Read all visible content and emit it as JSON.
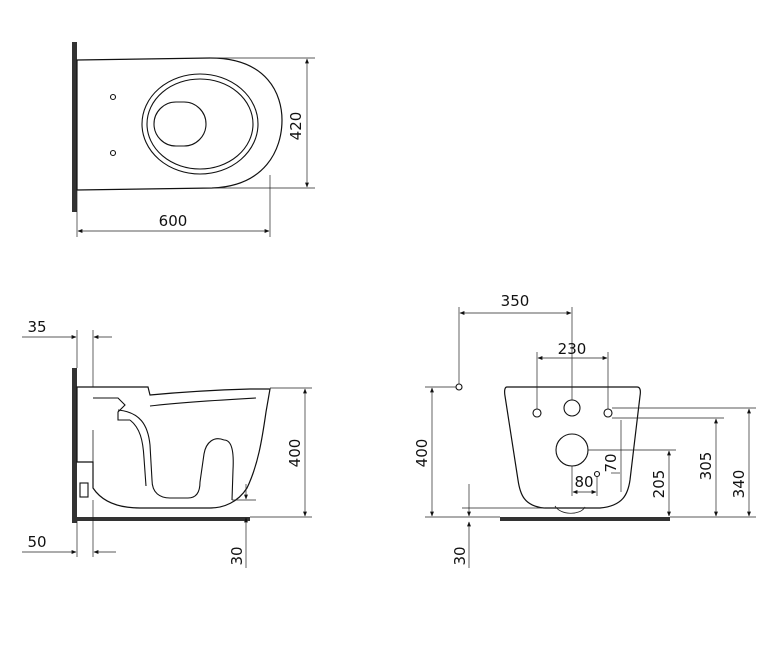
{
  "top_view": {
    "width_label": "600",
    "depth_label": "420"
  },
  "side_view": {
    "offset_top_label": "35",
    "offset_bottom_label": "50",
    "height_label": "400",
    "floor_gap_label": "30"
  },
  "rear_view": {
    "width_label": "350",
    "bolt_spacing_label": "230",
    "height_label": "400",
    "drain_height_label": "205",
    "bolt_height_label": "305",
    "top_height_label": "340",
    "inlet_offset_label": "70",
    "outlet_offset_label": "80",
    "floor_gap_label": "30"
  }
}
